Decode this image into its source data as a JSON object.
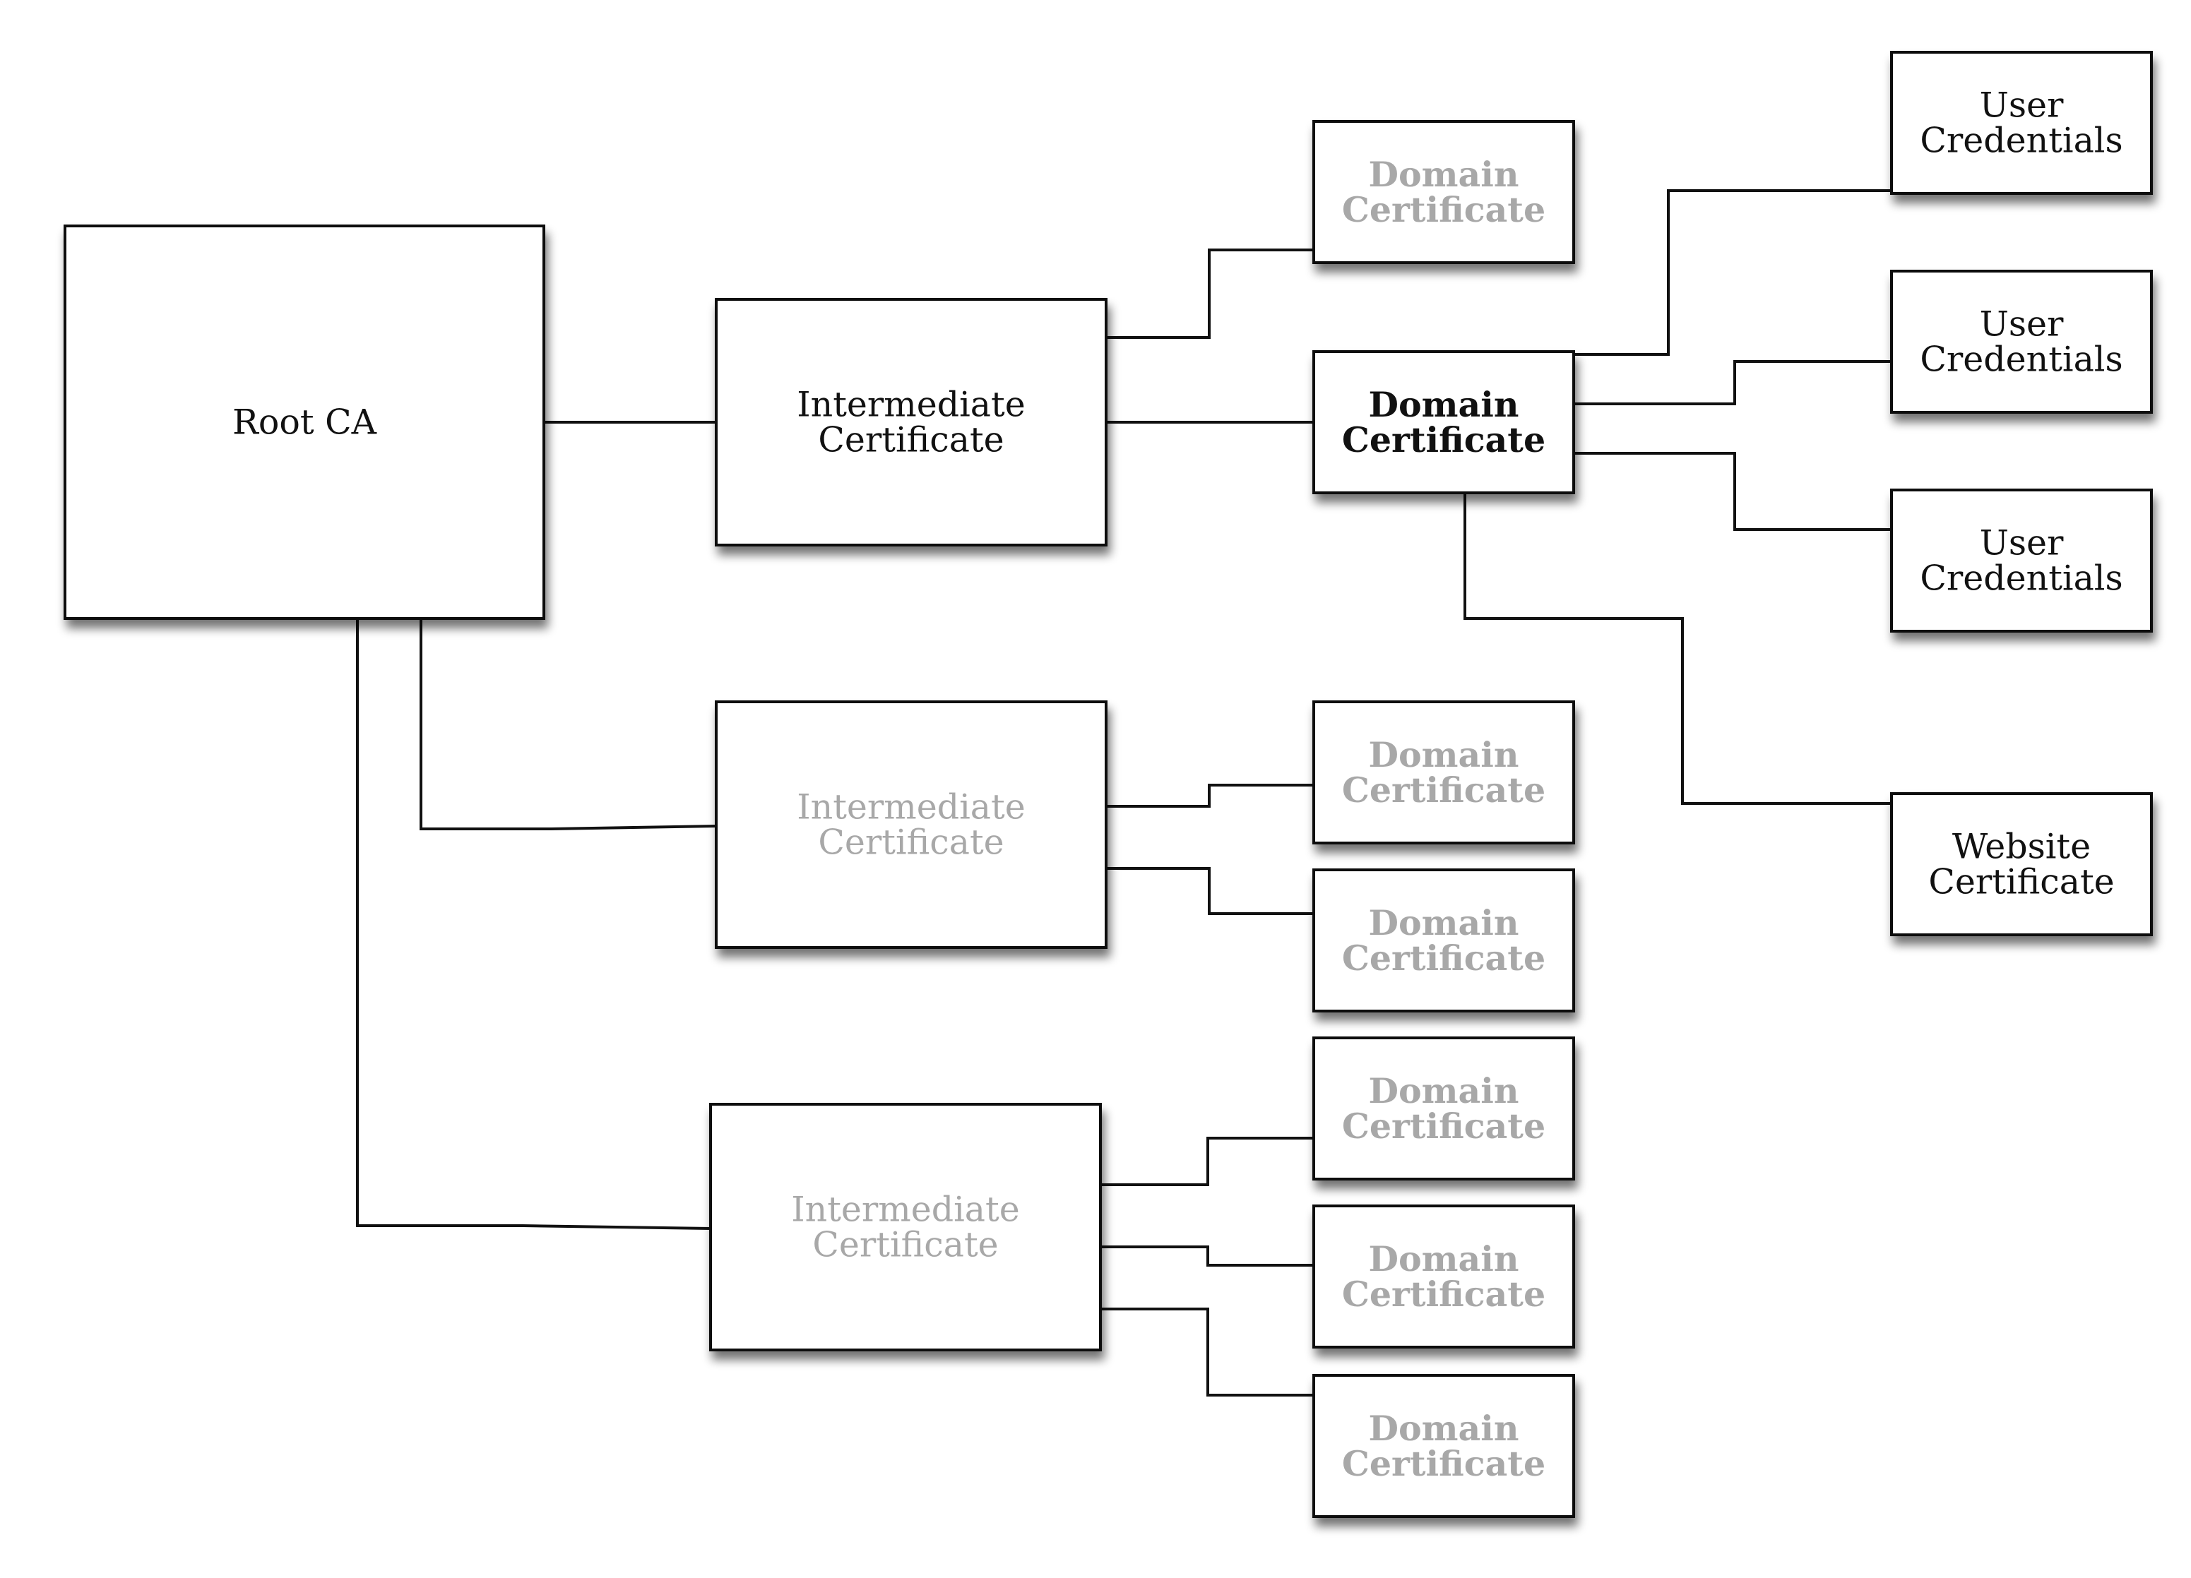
{
  "colors": {
    "background": "#ffffff",
    "line": "#111111",
    "text_active": "#111111",
    "text_faded": "#a8a8a8"
  },
  "diagram": {
    "nodes": {
      "root_ca": {
        "lines": [
          "Root CA"
        ],
        "state": "active",
        "bold": false
      },
      "intermediate_1": {
        "lines": [
          "Intermediate",
          "Certificate"
        ],
        "state": "active",
        "bold": false
      },
      "intermediate_2": {
        "lines": [
          "Intermediate",
          "Certificate"
        ],
        "state": "faded",
        "bold": false
      },
      "intermediate_3": {
        "lines": [
          "Intermediate",
          "Certificate"
        ],
        "state": "faded",
        "bold": false
      },
      "domain_1a": {
        "lines": [
          "Domain",
          "Certificate"
        ],
        "state": "faded",
        "bold": true
      },
      "domain_1b": {
        "lines": [
          "Domain",
          "Certificate"
        ],
        "state": "active",
        "bold": true
      },
      "domain_2a": {
        "lines": [
          "Domain",
          "Certificate"
        ],
        "state": "faded",
        "bold": true
      },
      "domain_2b": {
        "lines": [
          "Domain",
          "Certificate"
        ],
        "state": "faded",
        "bold": true
      },
      "domain_3a": {
        "lines": [
          "Domain",
          "Certificate"
        ],
        "state": "faded",
        "bold": true
      },
      "domain_3b": {
        "lines": [
          "Domain",
          "Certificate"
        ],
        "state": "faded",
        "bold": true
      },
      "domain_3c": {
        "lines": [
          "Domain",
          "Certificate"
        ],
        "state": "faded",
        "bold": true
      },
      "user_credentials_1": {
        "lines": [
          "User",
          "Credentials"
        ],
        "state": "active",
        "bold": false
      },
      "user_credentials_2": {
        "lines": [
          "User",
          "Credentials"
        ],
        "state": "active",
        "bold": false
      },
      "user_credentials_3": {
        "lines": [
          "User",
          "Credentials"
        ],
        "state": "active",
        "bold": false
      },
      "website_certificate": {
        "lines": [
          "Website",
          "Certificate"
        ],
        "state": "active",
        "bold": false
      }
    },
    "edges": [
      [
        "root_ca",
        "intermediate_1"
      ],
      [
        "root_ca",
        "intermediate_2"
      ],
      [
        "root_ca",
        "intermediate_3"
      ],
      [
        "intermediate_1",
        "domain_1a"
      ],
      [
        "intermediate_1",
        "domain_1b"
      ],
      [
        "intermediate_2",
        "domain_2a"
      ],
      [
        "intermediate_2",
        "domain_2b"
      ],
      [
        "intermediate_3",
        "domain_3a"
      ],
      [
        "intermediate_3",
        "domain_3b"
      ],
      [
        "intermediate_3",
        "domain_3c"
      ],
      [
        "domain_1b",
        "user_credentials_1"
      ],
      [
        "domain_1b",
        "user_credentials_2"
      ],
      [
        "domain_1b",
        "user_credentials_3"
      ],
      [
        "domain_1b",
        "website_certificate"
      ]
    ]
  }
}
